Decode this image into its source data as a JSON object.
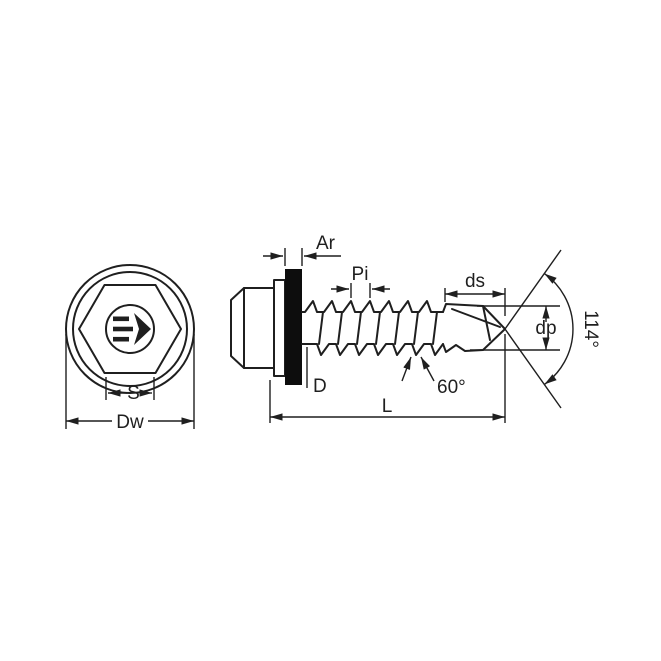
{
  "diagram": {
    "colors": {
      "line": "#1f1f1f",
      "washer": "#0d0d0d",
      "background": "#ffffff"
    },
    "front_view": {
      "s_label": "S",
      "dw_label": "Dw",
      "logo_icon": "brand-arrow-mark"
    },
    "side_view": {
      "ar_label": "Ar",
      "pi_label": "Pi",
      "ds_label": "ds",
      "dp_label": "dp",
      "d_label": "D",
      "l_label": "L",
      "thread_angle_label": "60°",
      "point_angle_label": "114°"
    }
  }
}
